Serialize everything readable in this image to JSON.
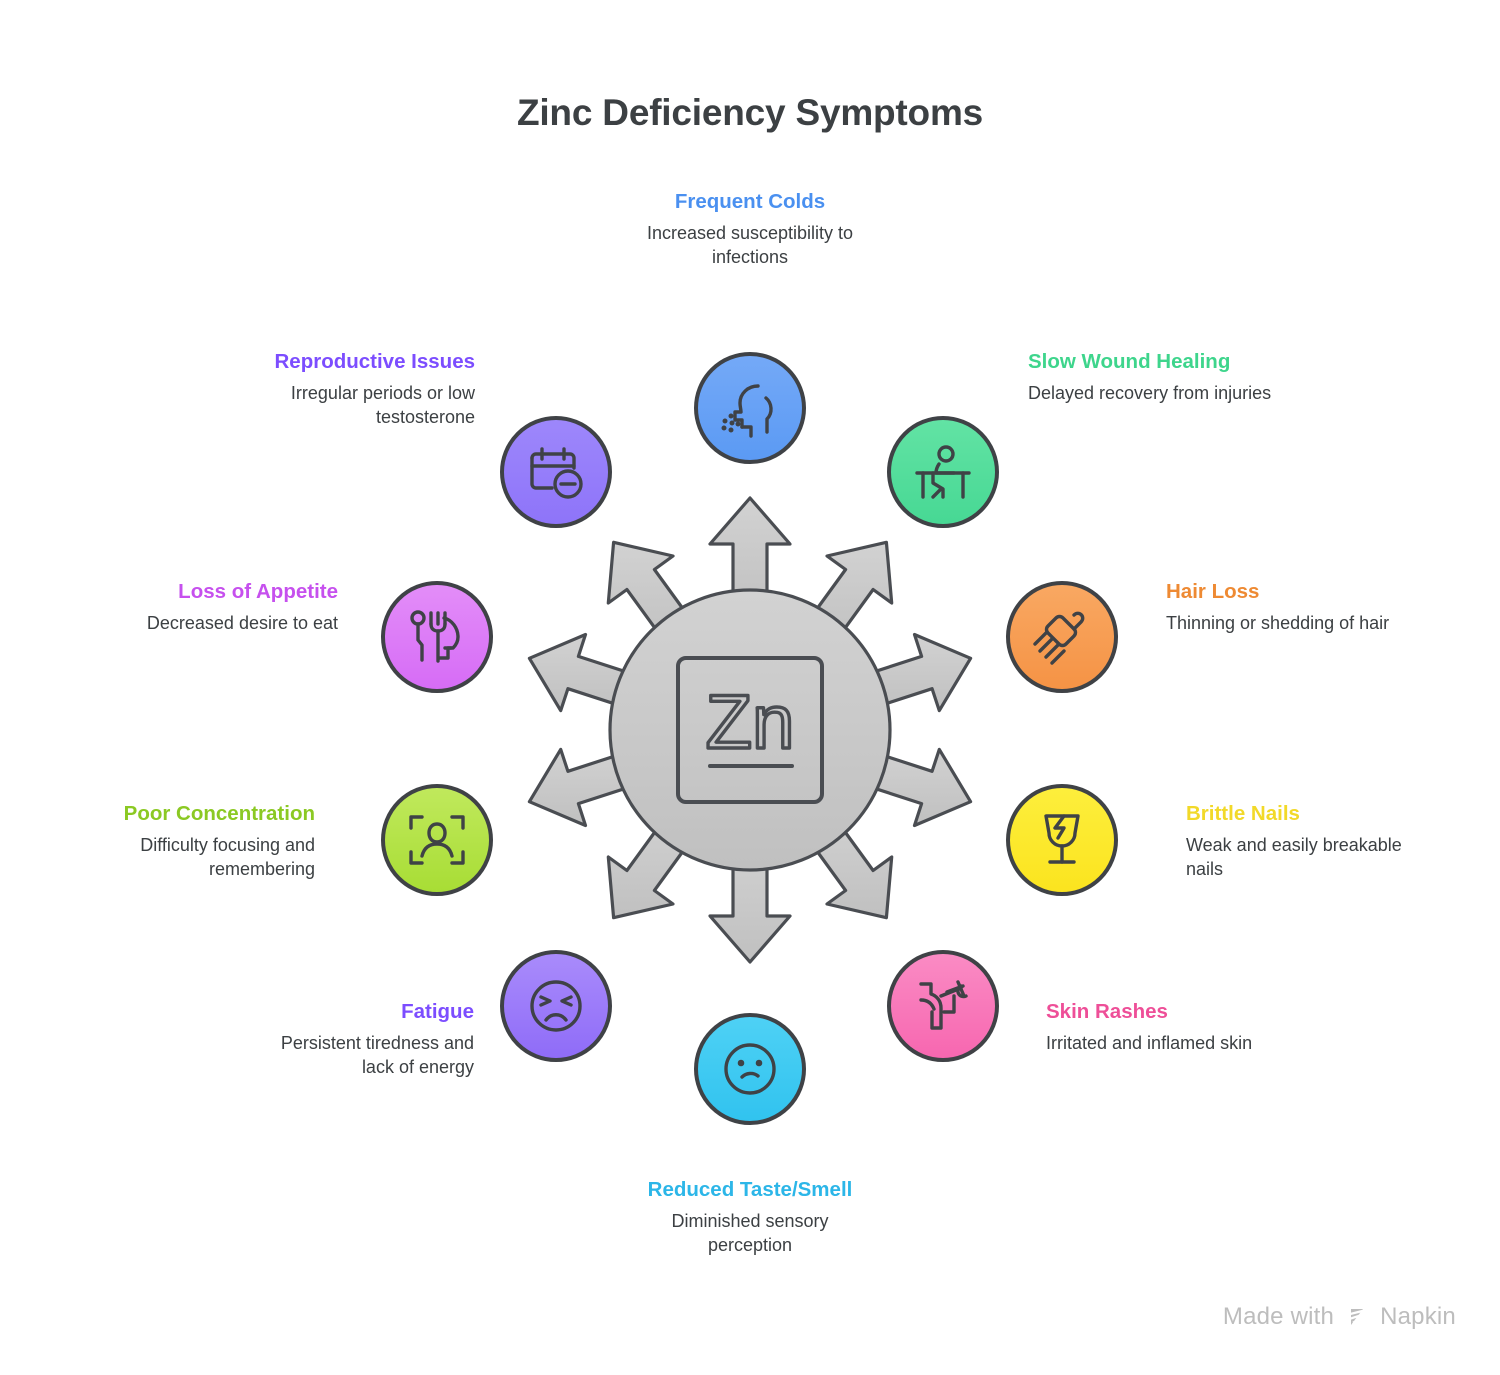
{
  "title": "Zinc Deficiency Symptoms",
  "hub": {
    "symbol": "Zn",
    "fill": "#c9c9c9",
    "stroke": "#4a4d52",
    "arrow_count": 10
  },
  "watermark": {
    "text_before": "Made with",
    "brand": "Napkin",
    "color": "#bdbdbd"
  },
  "nodes": [
    {
      "id": "frequent-colds",
      "title": "Frequent Colds",
      "desc": "Increased susceptibility to infections",
      "color": "#4a90f0",
      "circle_top": "#74a9f7",
      "circle_bottom": "#5b9af4",
      "icon": "sneezing-head-icon",
      "align": "center"
    },
    {
      "id": "slow-wound-healing",
      "title": "Slow Wound Healing",
      "desc": "Delayed recovery from injuries",
      "color": "#3ed58c",
      "circle_top": "#62e3a4",
      "circle_bottom": "#47d894",
      "icon": "physical-therapy-icon",
      "align": "left"
    },
    {
      "id": "hair-loss",
      "title": "Hair Loss",
      "desc": "Thinning or shedding of hair",
      "color": "#ee8a33",
      "circle_top": "#f9a862",
      "circle_bottom": "#f59345",
      "icon": "hair-brush-icon",
      "align": "left"
    },
    {
      "id": "brittle-nails",
      "title": "Brittle Nails",
      "desc": "Weak and easily breakable nails",
      "color": "#f2d929",
      "circle_top": "#fdee3c",
      "circle_bottom": "#fbe41f",
      "icon": "broken-glass-icon",
      "align": "left"
    },
    {
      "id": "skin-rashes",
      "title": "Skin Rashes",
      "desc": "Irritated and inflamed skin",
      "color": "#ee4f98",
      "circle_top": "#fa8bc4",
      "circle_bottom": "#f767b0",
      "icon": "rash-arm-icon",
      "align": "left"
    },
    {
      "id": "reduced-taste-smell",
      "title": "Reduced Taste/Smell",
      "desc": "Diminished sensory perception",
      "color": "#2cb6e8",
      "circle_top": "#4ed1f5",
      "circle_bottom": "#31c3ef",
      "icon": "confused-face-icon",
      "align": "center"
    },
    {
      "id": "fatigue",
      "title": "Fatigue",
      "desc": "Persistent tiredness and lack of energy",
      "color": "#7c4dff",
      "circle_top": "#a98bfb",
      "circle_bottom": "#8f6cf8",
      "icon": "tired-face-icon",
      "align": "right"
    },
    {
      "id": "poor-concentration",
      "title": "Poor Concentration",
      "desc": "Difficulty focusing and remembering",
      "color": "#8bc923",
      "circle_top": "#c0e95c",
      "circle_bottom": "#a8dd35",
      "icon": "focus-person-icon",
      "align": "right"
    },
    {
      "id": "loss-of-appetite",
      "title": "Loss of Appetite",
      "desc": "Decreased desire to eat",
      "color": "#c650ee",
      "circle_top": "#e38df8",
      "circle_bottom": "#d66cf6",
      "icon": "cutlery-head-icon",
      "align": "right"
    },
    {
      "id": "reproductive-issues",
      "title": "Reproductive Issues",
      "desc": "Irregular periods or low testosterone",
      "color": "#7c4dff",
      "circle_top": "#9d87fb",
      "circle_bottom": "#8e74f9",
      "icon": "calendar-minus-icon",
      "align": "right"
    }
  ]
}
